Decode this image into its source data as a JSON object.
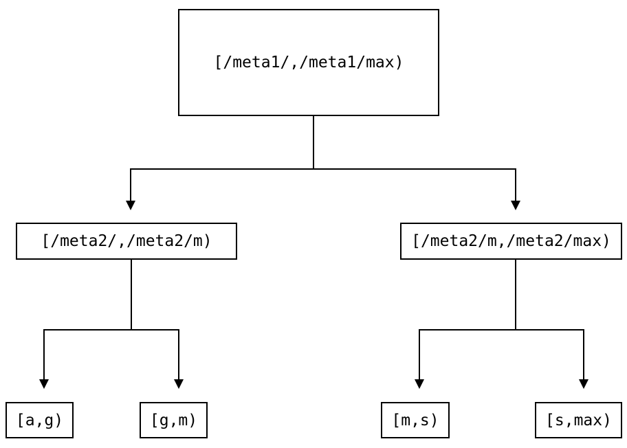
{
  "diagram": {
    "type": "binary-interval-tree",
    "colors": {
      "background": "#ffffff",
      "line": "#000000",
      "box_border": "#000000",
      "text": "#000000"
    },
    "tree": {
      "root": {
        "label": "[/meta1/,/meta1/max)",
        "children": [
          {
            "label": "[/meta2/,/meta2/m)",
            "children": [
              {
                "label": "[a,g)"
              },
              {
                "label": "[g,m)"
              }
            ]
          },
          {
            "label": "[/meta2/m,/meta2/max)",
            "children": [
              {
                "label": "[m,s)"
              },
              {
                "label": "[s,max)"
              }
            ]
          }
        ]
      }
    }
  }
}
